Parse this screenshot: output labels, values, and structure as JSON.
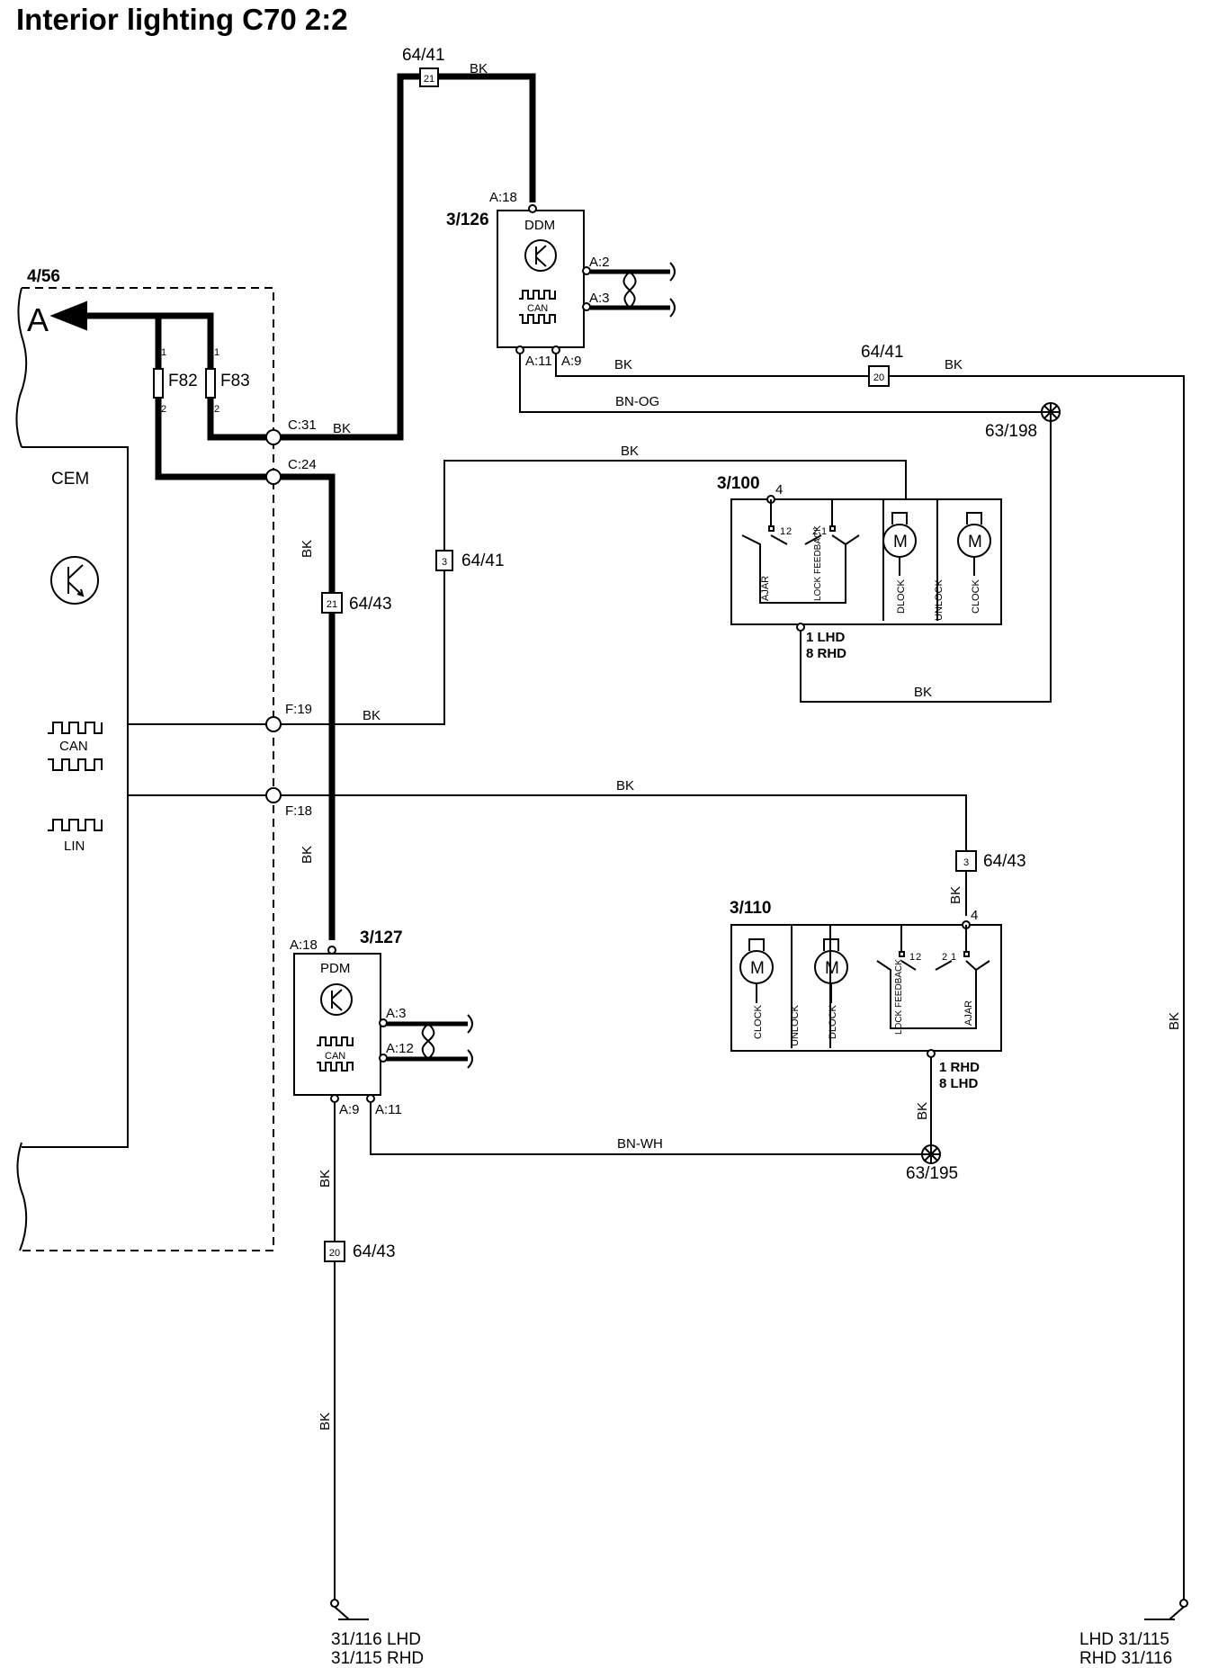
{
  "title": "Interior lighting C70 2:2",
  "cem": {
    "ref": "4/56",
    "label": "CEM",
    "arrow_letter": "A",
    "fuses": [
      {
        "name": "F82",
        "pin_top": "1",
        "pin_bottom": "2"
      },
      {
        "name": "F83",
        "pin_top": "1",
        "pin_bottom": "2"
      }
    ],
    "pins": {
      "c31": "C:31",
      "c24": "C:24",
      "f19": "F:19",
      "f18": "F:18"
    },
    "can_label": "CAN",
    "lin_label": "LIN"
  },
  "ddm": {
    "ref": "3/126",
    "name": "DDM",
    "can_label": "CAN",
    "pins": {
      "a18": "A:18",
      "a2": "A:2",
      "a3": "A:3",
      "a11": "A:11",
      "a9": "A:9"
    }
  },
  "pdm": {
    "ref": "3/127",
    "name": "PDM",
    "can_label": "CAN",
    "pins": {
      "a18": "A:18",
      "a3": "A:3",
      "a12": "A:12",
      "a9": "A:9",
      "a11": "A:11"
    }
  },
  "lock_left": {
    "ref": "3/100",
    "pin_top": "4",
    "pin_bottom_1": "1  LHD",
    "pin_bottom_2": "8  RHD",
    "switch_pins": [
      "1",
      "2",
      "2",
      "1"
    ],
    "labels": [
      "AJAR",
      "LOCK FEEDBACK",
      "DLOCK",
      "UNLOCK",
      "CLOCK"
    ],
    "motor": "M"
  },
  "lock_right": {
    "ref": "3/110",
    "pin_top": "4",
    "pin_bottom_1": "1  RHD",
    "pin_bottom_2": "8  LHD",
    "switch_pins": [
      "1",
      "2",
      "2",
      "1"
    ],
    "labels": [
      "CLOCK",
      "UNLOCK",
      "DLOCK",
      "LOCK FEEDBACK",
      "AJAR"
    ],
    "motor": "M"
  },
  "connectors": {
    "top_conn": {
      "ref": "64/41",
      "pin": "21"
    },
    "right_conn": {
      "ref": "64/41",
      "pin": "20"
    },
    "mid_left_conn": {
      "ref": "64/41",
      "pin": "3"
    },
    "bk_vertical_conn": {
      "ref": "64/43",
      "pin": "21"
    },
    "right_mid_conn": {
      "ref": "64/43",
      "pin": "3"
    },
    "bottom_conn": {
      "ref": "64/43",
      "pin": "20"
    }
  },
  "splices": {
    "upper": "63/198",
    "lower": "63/195"
  },
  "wires": {
    "bk": "BK",
    "bn_og": "BN-OG",
    "bn_wh": "BN-WH"
  },
  "grounds": {
    "left_1": "31/116 LHD",
    "left_2": "31/115 RHD",
    "right_1": "LHD 31/115",
    "right_2": "RHD 31/116"
  }
}
